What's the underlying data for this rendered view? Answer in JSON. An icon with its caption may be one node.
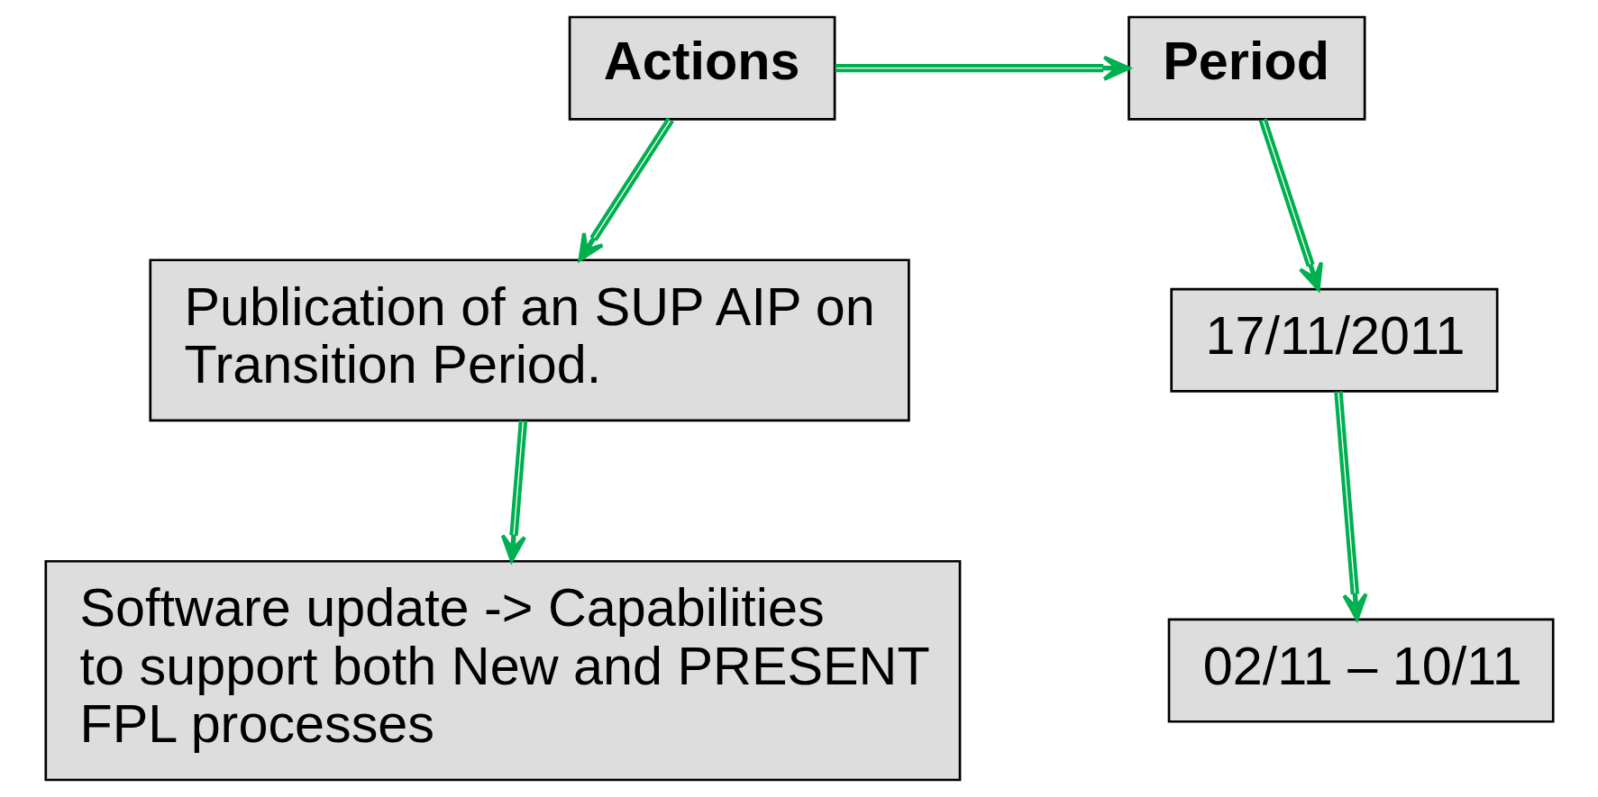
{
  "diagram": {
    "nodes": [
      {
        "text": [
          "Actions"
        ]
      },
      {
        "text": [
          "Period"
        ]
      },
      {
        "text": [
          "Publication of an SUP AIP on Transition Period."
        ]
      },
      {
        "text": [
          "Software update -> Capabilities to support both New and PRESENT FPL processes"
        ]
      },
      {
        "text": [
          "17/11/2011"
        ]
      },
      {
        "text": [
          "02/11 – 10/11"
        ]
      }
    ],
    "edges": [
      {
        "from": 0,
        "to": 1,
        "arrow": "to"
      },
      {
        "from": 0,
        "to": 2,
        "arrow": "to"
      },
      {
        "from": 2,
        "to": 3,
        "arrow": "to"
      },
      {
        "from": 1,
        "to": 4,
        "arrow": "to"
      },
      {
        "from": 4,
        "to": 5,
        "arrow": "to"
      }
    ]
  }
}
